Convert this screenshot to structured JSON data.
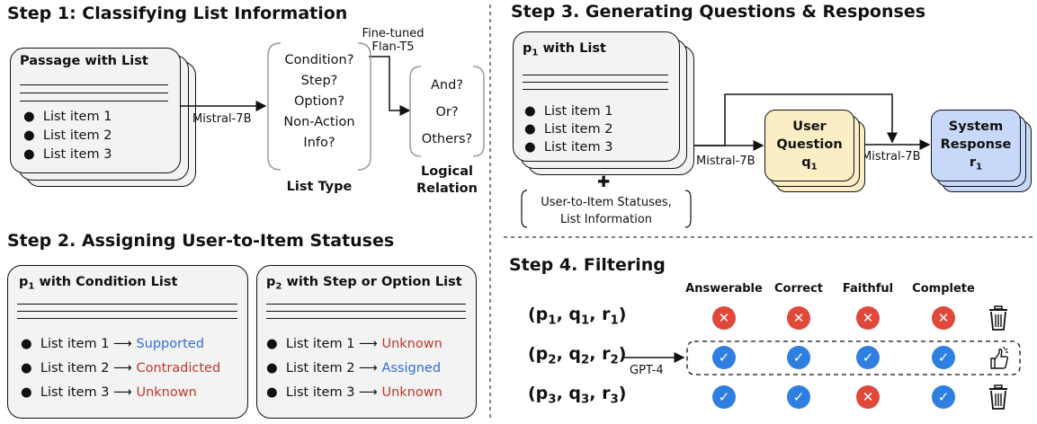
{
  "step1": {
    "title": "Step 1: Classifying List Information",
    "passage_title": "Passage with List",
    "items": [
      "List item 1",
      "List item 2",
      "List item 3"
    ],
    "model_label": "Mistral-7B",
    "list_types": [
      "Condition?",
      "Step?",
      "Option?",
      "Non-Action Info?"
    ],
    "list_type_label": "List Type",
    "finetuned_label_1": "Fine-tuned",
    "finetuned_label_2": "Flan-T5",
    "relations": [
      "And?",
      "Or?",
      "Others?"
    ],
    "relation_label_1": "Logical",
    "relation_label_2": "Relation"
  },
  "step2": {
    "title": "Step 2. Assigning User-to-Item Statuses",
    "card1": {
      "p": "p",
      "sub": "1",
      "title": " with Condition List",
      "items": [
        {
          "item": "List item 1",
          "status": "Supported",
          "color": "#2f6fd6"
        },
        {
          "item": "List item 2",
          "status": "Contradicted",
          "color": "#c0392b"
        },
        {
          "item": "List item 3",
          "status": "Unknown",
          "color": "#c0392b"
        }
      ]
    },
    "card2": {
      "p": "p",
      "sub": "2",
      "title": " with Step or Option List",
      "items": [
        {
          "item": "List item 1",
          "status": "Unknown",
          "color": "#c0392b"
        },
        {
          "item": "List item 2",
          "status": "Assigned",
          "color": "#2f6fd6"
        },
        {
          "item": "List item 3",
          "status": "Unknown",
          "color": "#c0392b"
        }
      ]
    }
  },
  "step3": {
    "title": "Step 3. Generating Questions & Responses",
    "p": "p",
    "sub": "1",
    "card_title": " with List",
    "items": [
      "List item 1",
      "List item 2",
      "List item 3"
    ],
    "model_label_1": "Mistral-7B",
    "model_label_2": "Mistral-7B",
    "plus": "✚",
    "extra_1": "User-to-Item Statuses,",
    "extra_2": "List Information",
    "question_1": "User",
    "question_2": "Question",
    "question_var": "q",
    "question_sub": "1",
    "response_1": "System",
    "response_2": "Response",
    "response_var": "r",
    "response_sub": "1",
    "question_color": "#fbeec4",
    "response_color": "#c8d8f8"
  },
  "step4": {
    "title": "Step 4. Filtering",
    "columns": [
      "Answerable",
      "Correct",
      "Faithful",
      "Complete"
    ],
    "judge_label": "GPT-4",
    "rows": [
      {
        "triple": [
          "1",
          "1",
          "1"
        ],
        "checks": [
          false,
          false,
          false,
          false
        ],
        "verdict": "trash-icon"
      },
      {
        "triple": [
          "2",
          "2",
          "2"
        ],
        "checks": [
          true,
          true,
          true,
          true
        ],
        "verdict": "thumbs-up-icon"
      },
      {
        "triple": [
          "3",
          "3",
          "3"
        ],
        "checks": [
          true,
          true,
          false,
          true
        ],
        "verdict": "trash-icon"
      }
    ],
    "pass_color": "#2f7fe0",
    "fail_color": "#e0483a"
  }
}
